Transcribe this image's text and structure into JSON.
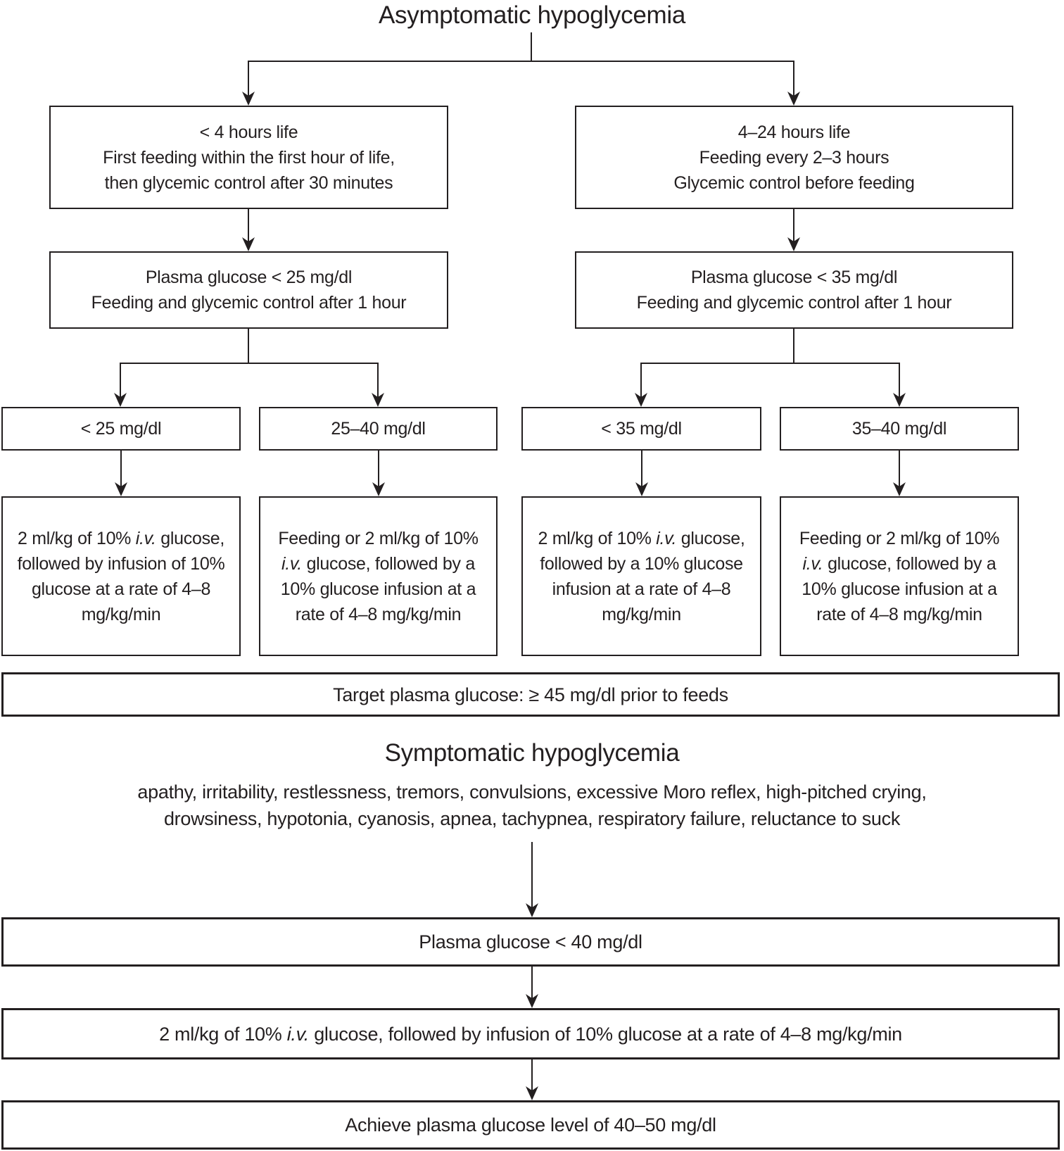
{
  "colors": {
    "ink": "#231f20",
    "background": "#ffffff"
  },
  "asymptomatic": {
    "title": "Asymptomatic hypoglycemia",
    "left_branch": {
      "age_box": {
        "line1": "< 4 hours life",
        "line2": "First feeding within the first hour of life,",
        "line3": "then glycemic control after 30 minutes"
      },
      "glucose_box": {
        "line1": "Plasma glucose < 25 mg/dl",
        "line2": "Feeding and glycemic control after 1 hour"
      },
      "threshold_low": "< 25 mg/dl",
      "threshold_mid": "25–40 mg/dl",
      "treatment_low": {
        "pre": "2 ml/kg of 10% ",
        "iv": "i.v.",
        "post": " glucose, followed by infusion of 10% glucose at a rate of 4–8 mg/kg/min"
      },
      "treatment_mid": {
        "pre": "Feeding or 2 ml/kg of 10% ",
        "iv": "i.v.",
        "post": " glucose, followed by a 10% glucose infusion at a rate of 4–8 mg/kg/min"
      }
    },
    "right_branch": {
      "age_box": {
        "line1": "4–24 hours life",
        "line2": "Feeding every 2–3 hours",
        "line3": "Glycemic control before feeding"
      },
      "glucose_box": {
        "line1": "Plasma glucose < 35 mg/dl",
        "line2": "Feeding and glycemic control after 1 hour"
      },
      "threshold_low": "< 35 mg/dl",
      "threshold_mid": "35–40 mg/dl",
      "treatment_low": {
        "pre": "2 ml/kg of 10% ",
        "iv": "i.v.",
        "post": " glucose, followed by a 10% glucose infusion at a rate of 4–8 mg/kg/min"
      },
      "treatment_mid": {
        "pre": "Feeding or 2 ml/kg of 10% ",
        "iv": "i.v.",
        "post": " glucose, followed by a 10% glucose infusion at a rate of 4–8 mg/kg/min"
      }
    },
    "target_bar": "Target plasma glucose: ≥ 45 mg/dl prior to feeds"
  },
  "symptomatic": {
    "title": "Symptomatic hypoglycemia",
    "symptoms_line1": "apathy, irritability, restlessness, tremors, convulsions, excessive Moro reflex, high-pitched crying,",
    "symptoms_line2": "drowsiness, hypotonia, cyanosis, apnea, tachypnea, respiratory failure, reluctance to suck",
    "glucose_bar": "Plasma glucose < 40 mg/dl",
    "treatment_bar": {
      "pre": "2 ml/kg of 10% ",
      "iv": "i.v.",
      "post": " glucose, followed by infusion of 10% glucose at a rate of 4–8 mg/kg/min"
    },
    "goal_bar": "Achieve plasma glucose level of 40–50 mg/dl"
  }
}
